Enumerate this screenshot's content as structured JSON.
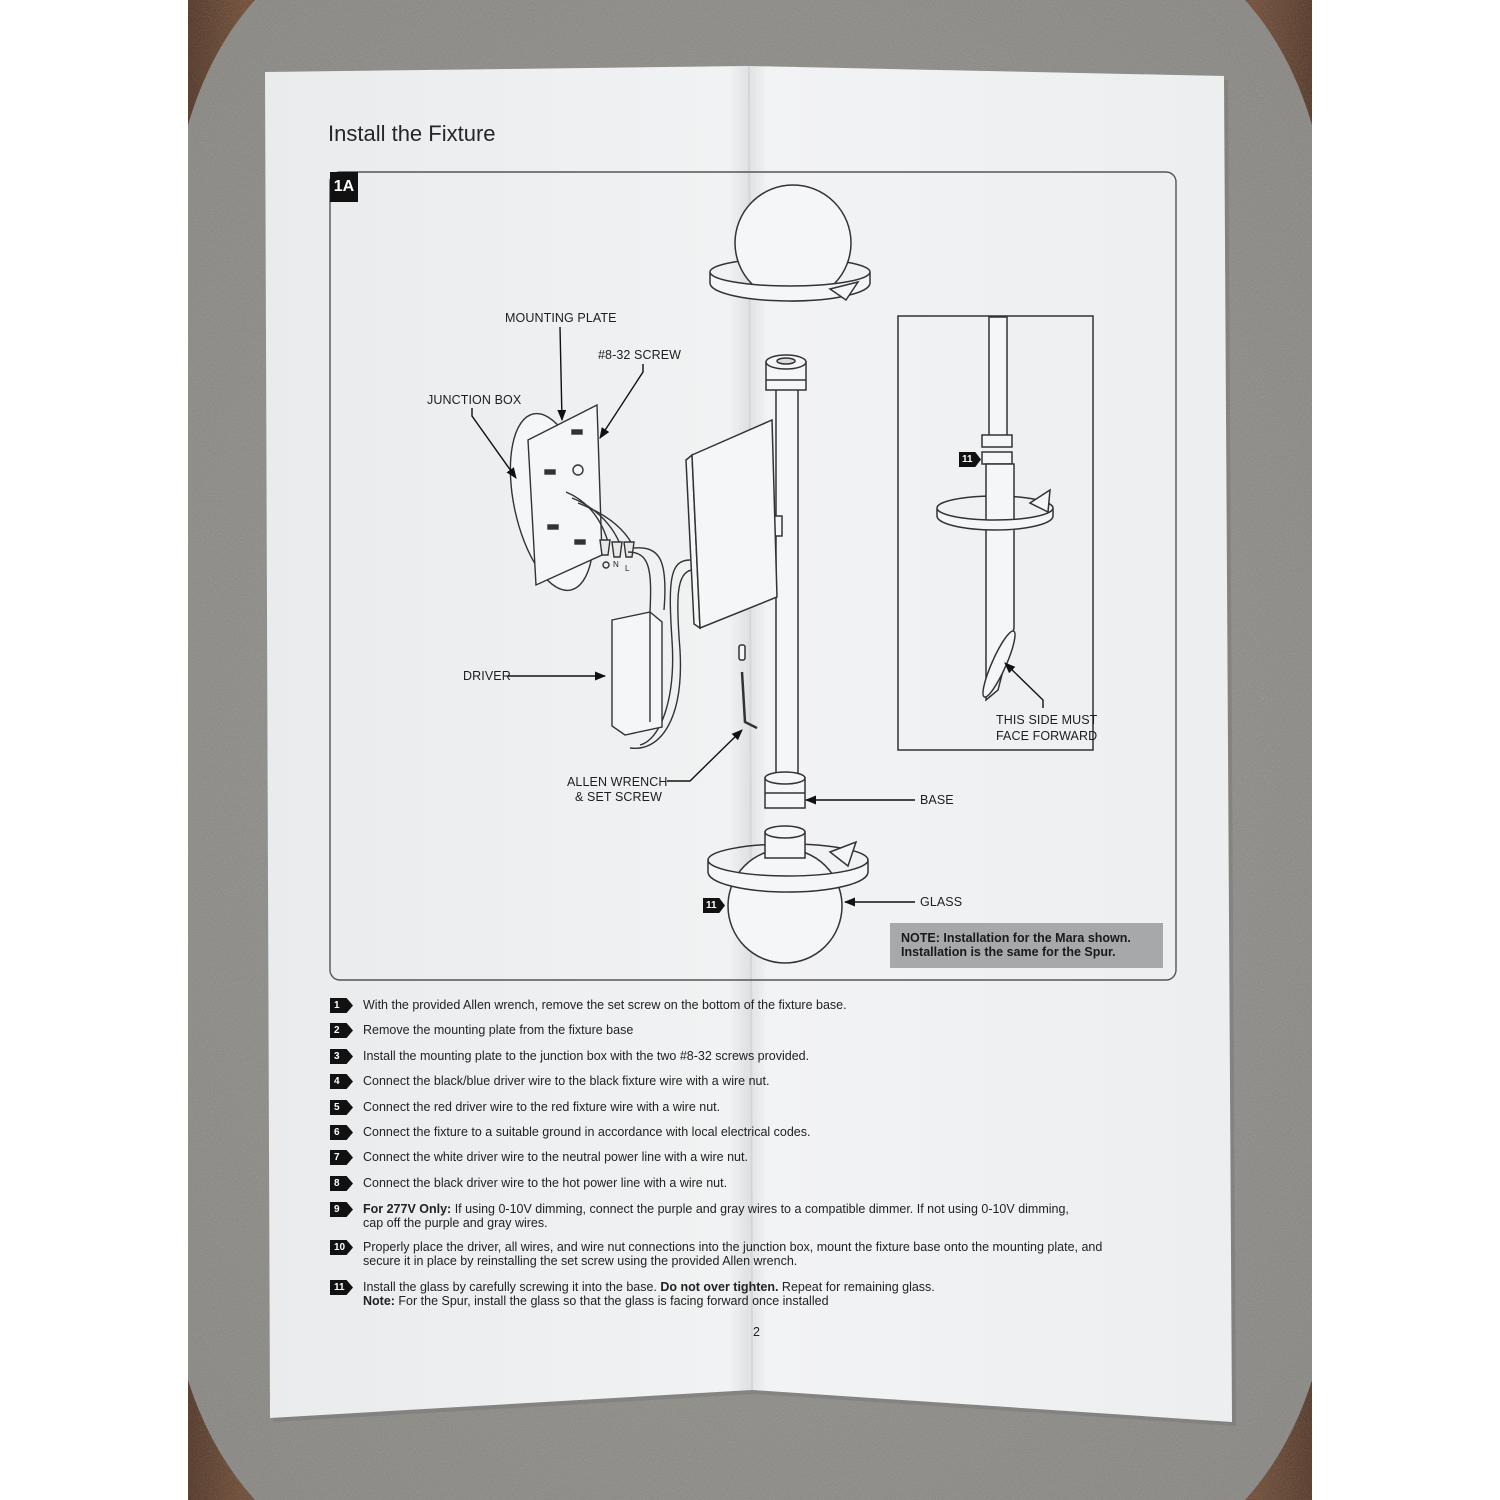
{
  "page": {
    "title": "Install the Fixture",
    "figure_label": "1A",
    "page_number": "2"
  },
  "diagram": {
    "labels": {
      "mounting_plate": "MOUNTING PLATE",
      "screw": "#8-32 SCREW",
      "junction_box": "JUNCTION BOX",
      "driver": "DRIVER",
      "allen_wrench_line1": "ALLEN WRENCH",
      "allen_wrench_line2": "& SET SCREW",
      "base": "BASE",
      "glass": "GLASS",
      "face_forward_line1": "THIS SIDE MUST",
      "face_forward_line2": "FACE FORWARD"
    },
    "wire_labels": {
      "neutral": "N",
      "line": "L"
    },
    "glass_step_badge": "11",
    "inset_step_badge": "11",
    "note": {
      "line1": "NOTE: Installation for the Mara shown.",
      "line2": "Installation is the same for the Spur."
    }
  },
  "steps": [
    {
      "num": "1",
      "lines": [
        [
          {
            "text": "With the provided Allen wrench, remove the set screw on the bottom of the fixture base."
          }
        ]
      ]
    },
    {
      "num": "2",
      "lines": [
        [
          {
            "text": "Remove the mounting plate from the fixture base"
          }
        ]
      ]
    },
    {
      "num": "3",
      "lines": [
        [
          {
            "text": "Install the mounting plate to the junction box with the two #8-32 screws provided."
          }
        ]
      ]
    },
    {
      "num": "4",
      "lines": [
        [
          {
            "text": "Connect the black/blue driver wire to the black fixture wire with a wire nut."
          }
        ]
      ]
    },
    {
      "num": "5",
      "lines": [
        [
          {
            "text": "Connect the red driver wire to the red fixture wire with a wire nut."
          }
        ]
      ]
    },
    {
      "num": "6",
      "lines": [
        [
          {
            "text": "Connect the fixture to a suitable ground in accordance with local electrical codes."
          }
        ]
      ]
    },
    {
      "num": "7",
      "lines": [
        [
          {
            "text": "Connect the white driver wire to the neutral power line with a wire nut."
          }
        ]
      ]
    },
    {
      "num": "8",
      "lines": [
        [
          {
            "text": "Connect the black driver wire to the hot power line with a wire nut."
          }
        ]
      ]
    },
    {
      "num": "9",
      "lines": [
        [
          {
            "text": "For 277V Only:",
            "bold": true
          },
          {
            "text": " If using 0-10V dimming, connect the purple and gray wires to a compatible dimmer. If not using 0-10V dimming,"
          }
        ],
        [
          {
            "text": "cap off the purple and gray wires."
          }
        ]
      ]
    },
    {
      "num": "10",
      "lines": [
        [
          {
            "text": "Properly place the driver, all wires, and wire nut connections into the junction box, mount the fixture base onto the mounting plate, and"
          }
        ],
        [
          {
            "text": "secure it in place by reinstalling the set screw using the provided Allen wrench."
          }
        ]
      ]
    },
    {
      "num": "11",
      "lines": [
        [
          {
            "text": "Install the glass by carefully screwing it into the base. "
          },
          {
            "text": "Do not over tighten.",
            "bold": true
          },
          {
            "text": " Repeat for remaining glass."
          }
        ],
        [
          {
            "text": "Note:",
            "bold": true
          },
          {
            "text": " For the Spur, install the glass so that the glass is facing forward once installed"
          }
        ]
      ]
    }
  ],
  "colors": {
    "paper": "#eef0f1",
    "ink": "#222222",
    "felt": "#8c8b86",
    "wood": "#5f3e27",
    "note_fill": "#a7a8aa"
  }
}
